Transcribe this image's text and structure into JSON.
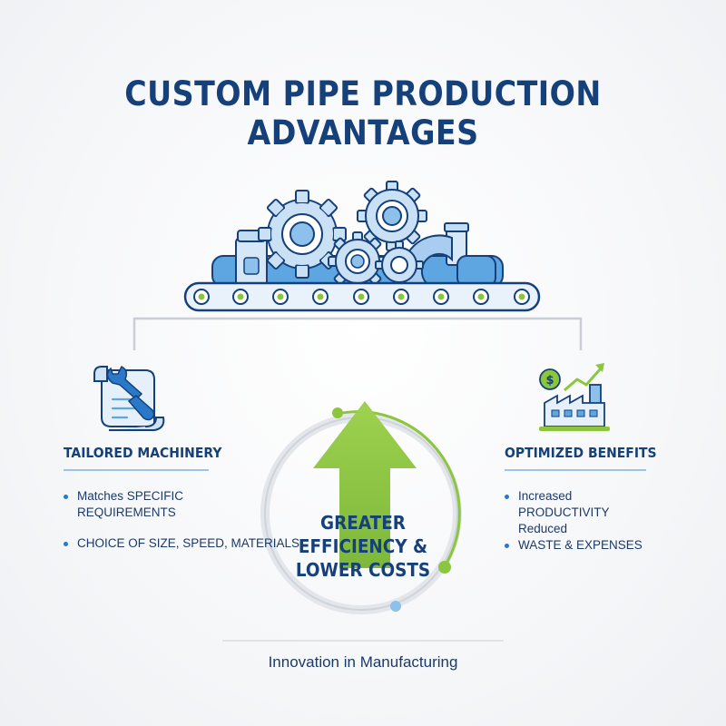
{
  "title": {
    "line1": "CUSTOM PIPE PRODUCTION",
    "line2": "ADVANTAGES"
  },
  "left": {
    "heading": "TAILORED MACHINERY",
    "bullets": [
      "Matches SPECIFIC",
      "REQUIREMENTS",
      "CHOICE OF SIZE, SPEED, MATERIALS"
    ]
  },
  "right": {
    "heading": "OPTIMIZED BENEFITS",
    "bullets": [
      "Increased",
      "PRODUCTIVITY",
      "Reduced",
      "WASTE & EXPENSES"
    ]
  },
  "center": {
    "line1": "GREATER",
    "line2": "EFFICIENCY &",
    "line3": "LOWER COSTS"
  },
  "footer": "Innovation in Manufacturing",
  "colors": {
    "navy": "#15407a",
    "blue": "#2a78c8",
    "light_blue": "#cfe3f6",
    "green": "#8cc63f"
  },
  "icons": [
    "gear-icon",
    "conveyor-icon",
    "wrench-document-icon",
    "factory-dollar-growth-icon",
    "up-arrow-icon"
  ]
}
